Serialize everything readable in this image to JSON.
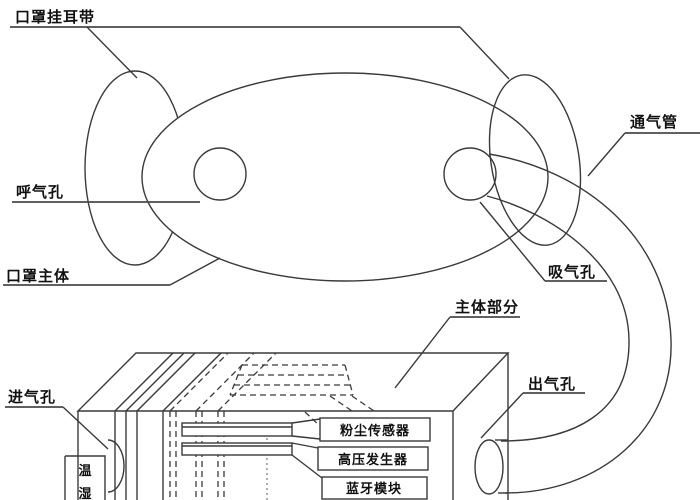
{
  "figure": {
    "type": "patent-style technical diagram of a smart dust-filtering mask",
    "labels": {
      "ear_strap": "口罩挂耳带",
      "vent_pipe": "通气管",
      "exhale_hole": "呼气孔",
      "mask_body": "口罩主体",
      "inhale_hole": "吸气孔",
      "main_unit": "主体部分",
      "air_outlet": "出气孔",
      "air_inlet": "进气孔",
      "dust_sensor": "粉尘传感器",
      "hv_generator": "高压发生器",
      "bluetooth_module": "蓝牙模块",
      "temp_char": "温",
      "humidity_char": "湿"
    },
    "colors": {
      "line": "#3a3a3a",
      "background": "#ffffff",
      "text": "#111111"
    }
  }
}
